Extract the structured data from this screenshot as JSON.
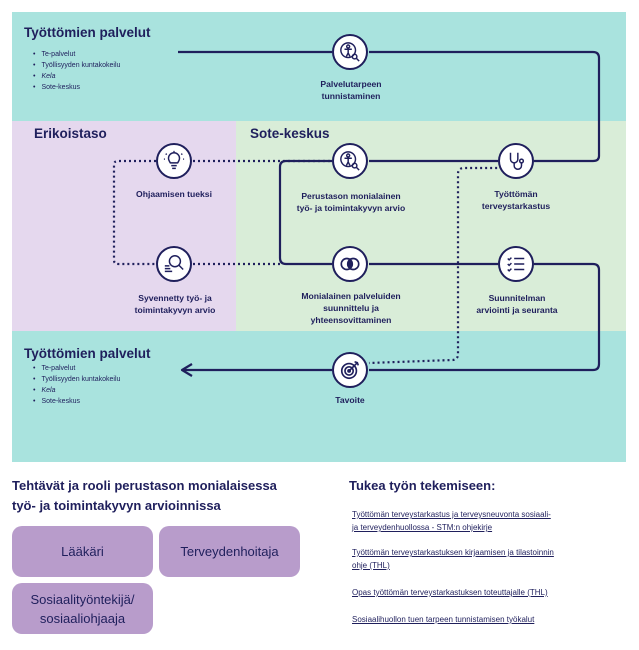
{
  "top_services": {
    "title": "Työttömien palvelut",
    "items": [
      "Te-palvelut",
      "Työllisyyden kuntakokeilu",
      "Kela",
      "Sote-keskus"
    ]
  },
  "bottom_services": {
    "title": "Työttömien palvelut",
    "items": [
      "Te-palvelut",
      "Työllisyyden kuntakokeilu",
      "Kela",
      "Sote-keskus"
    ]
  },
  "zones": {
    "erikoistaso": "Erikoistaso",
    "sote_keskus": "Sote-keskus"
  },
  "nodes": {
    "palvelutarpeen": {
      "line1": "Palvelutarpeen",
      "line2": "tunnistaminen",
      "icon": "person-search-icon"
    },
    "ohjaamisen": {
      "line1": "Ohjaamisen tueksi",
      "icon": "lightbulb-icon"
    },
    "perustason": {
      "line1": "Perustason monialainen",
      "line2": "työ- ja toimintakyvyn arvio",
      "icon": "person-search-icon"
    },
    "terveystarkastus": {
      "line1": "Työttömän",
      "line2": "terveystarkastus",
      "icon": "stethoscope-icon"
    },
    "syvennetty": {
      "line1": "Syvennetty työ- ja",
      "line2": "toimintakyvyn arvio",
      "icon": "magnifier-icon"
    },
    "monialainen": {
      "line1": "Monialainen palveluiden",
      "line2": "suunnittelu ja",
      "line3": "yhteensovittaminen",
      "icon": "overlap-circles-icon"
    },
    "suunnitelman": {
      "line1": "Suunnitelman",
      "line2": "arviointi ja seuranta",
      "icon": "checklist-icon"
    },
    "tavoite": {
      "line1": "Tavoite",
      "icon": "target-icon"
    }
  },
  "roles": {
    "title_line1": "Tehtävät ja rooli perustason monialaisessa",
    "title_line2": "työ- ja toimintakyvyn arvioinnissa",
    "items": [
      "Lääkäri",
      "Terveydenhoitaja",
      "Sosiaalityöntekijä/",
      "sosiaaliohjaaja"
    ]
  },
  "support": {
    "title": "Tukea työn tekemiseen:",
    "links": [
      {
        "line1": " Työttömän terveystarkastus ja terveysneuvonta sosiaali-",
        "line2": "ja terveydenhuollossa - STM:n ohjekirje"
      },
      {
        "line1": "Työttömän terveystarkastuksen kirjaamisen ja tilastoinnin",
        "line2": "ohje (THL)"
      },
      {
        "line1": "Opas työttömän terveystarkastuksen toteuttajalle (THL)"
      },
      {
        "line1": "Sosiaalihuollon tuen tarpeen tunnistamisen työkalut"
      }
    ]
  },
  "colors": {
    "navy": "#1f1f5c",
    "teal": "#a9e3de",
    "lavender": "#e5d8ee",
    "green": "#d9edd8",
    "role_button": "#b89ccb"
  }
}
